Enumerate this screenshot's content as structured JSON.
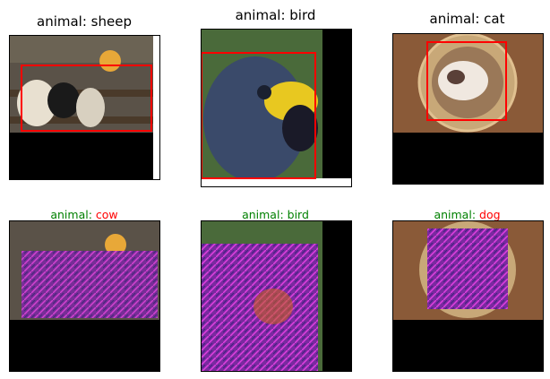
{
  "top": [
    {
      "title": "animal: sheep"
    },
    {
      "title": "animal: bird"
    },
    {
      "title": "animal: cat"
    }
  ],
  "bottom": [
    {
      "prefix": "animal:",
      "label": "cow",
      "label_color": "#ff0000"
    },
    {
      "prefix": "animal:",
      "label": "bird",
      "label_color": "#008000"
    },
    {
      "prefix": "animal:",
      "label": "dog",
      "label_color": "#ff0000"
    }
  ],
  "colors": {
    "box": "#ff0000",
    "correct": "#008000",
    "wrong": "#ff0000"
  }
}
